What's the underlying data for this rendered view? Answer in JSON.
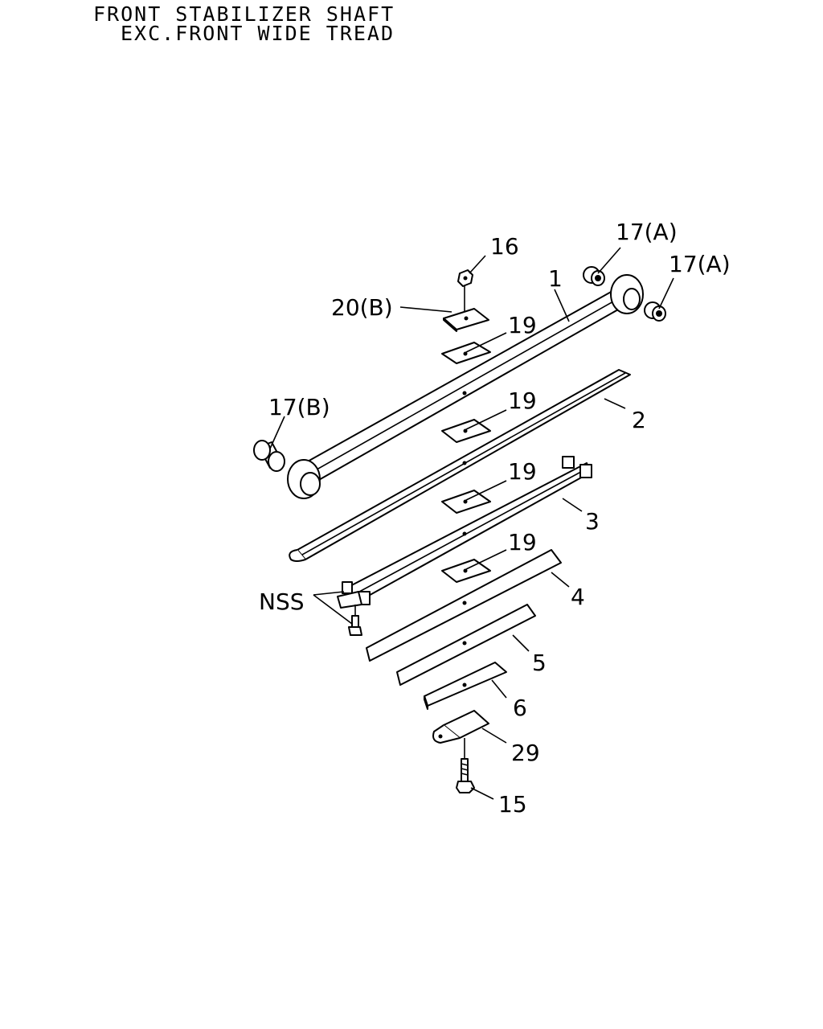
{
  "header": {
    "line1": "FRONT STABILIZER SHAFT",
    "line2": "EXC.FRONT WIDE TREAD"
  },
  "callouts": {
    "c16": "16",
    "c17a_1": "17(A)",
    "c17a_2": "17(A)",
    "c1": "1",
    "c20b": "20(B)",
    "c19_1": "19",
    "c19_2": "19",
    "c19_3": "19",
    "c19_4": "19",
    "c17b": "17(B)",
    "c2": "2",
    "c3": "3",
    "c4": "4",
    "c5": "5",
    "c6": "6",
    "c29": "29",
    "c15": "15",
    "nss": "NSS"
  }
}
